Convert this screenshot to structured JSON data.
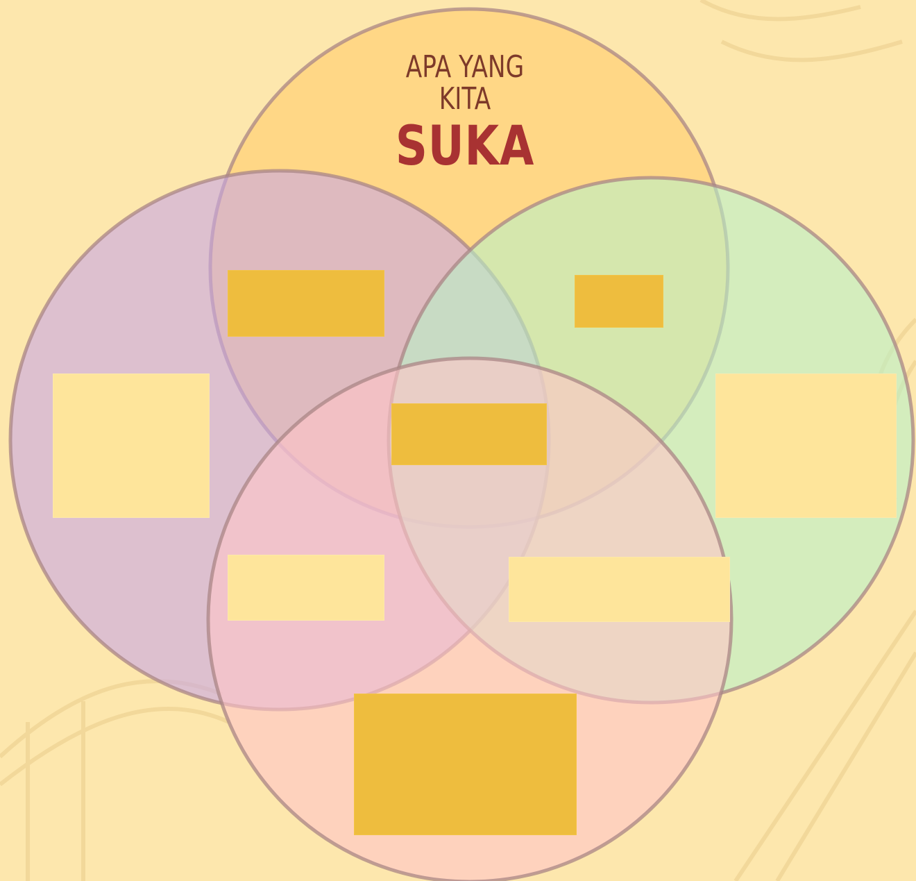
{
  "title": {
    "line1": "APA YANG",
    "line2": "KITA",
    "main": "SUKA"
  },
  "colors": {
    "background": "#fde7ad",
    "top_circle": "#ffd27a",
    "left_circle": "#c8a6e6",
    "right_circle": "#b9f2c8",
    "bottom_circle": "#ffc4c8",
    "circle_outline": "#a98585",
    "title_accent": "#a83232",
    "title_text": "#7d3a2a",
    "answer_box_dark": "#eebd3e",
    "answer_box_light": "#fee59b"
  },
  "answer_boxes": [
    {
      "name": "box-top-left-overlap",
      "style": "dark"
    },
    {
      "name": "box-top-right-overlap",
      "style": "dark"
    },
    {
      "name": "box-center",
      "style": "dark"
    },
    {
      "name": "box-left-circle",
      "style": "light"
    },
    {
      "name": "box-right-circle",
      "style": "light"
    },
    {
      "name": "box-bottom-left-overlap",
      "style": "light"
    },
    {
      "name": "box-bottom-right-overlap",
      "style": "light"
    },
    {
      "name": "box-bottom-circle",
      "style": "dark"
    }
  ]
}
